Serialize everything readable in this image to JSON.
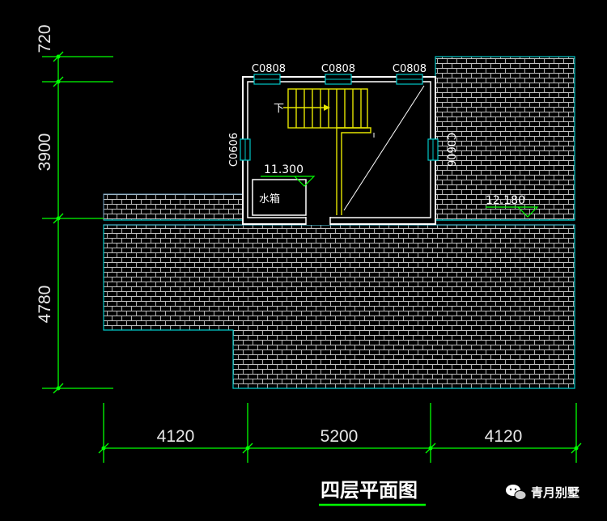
{
  "drawing": {
    "title": "四层平面图",
    "watermark": "青月别墅",
    "colors": {
      "background": "#000000",
      "dimension_line": "#00ff00",
      "wall": "#ffffff",
      "roof_tile": "#c0c0c0",
      "window": "#00c8c8",
      "stair": "#e6e600"
    }
  },
  "dimensions": {
    "vertical": [
      "720",
      "3900",
      "4780"
    ],
    "horizontal": [
      "4120",
      "5200",
      "4120"
    ]
  },
  "labels": {
    "window_top_1": "C0808",
    "window_top_2": "C0808",
    "window_top_3": "C0808",
    "window_left": "C0606",
    "window_right": "C0606",
    "elev_stair_room": "11.300",
    "elev_roof": "12.180",
    "water_tank": "水箱",
    "stair_down": "下"
  }
}
